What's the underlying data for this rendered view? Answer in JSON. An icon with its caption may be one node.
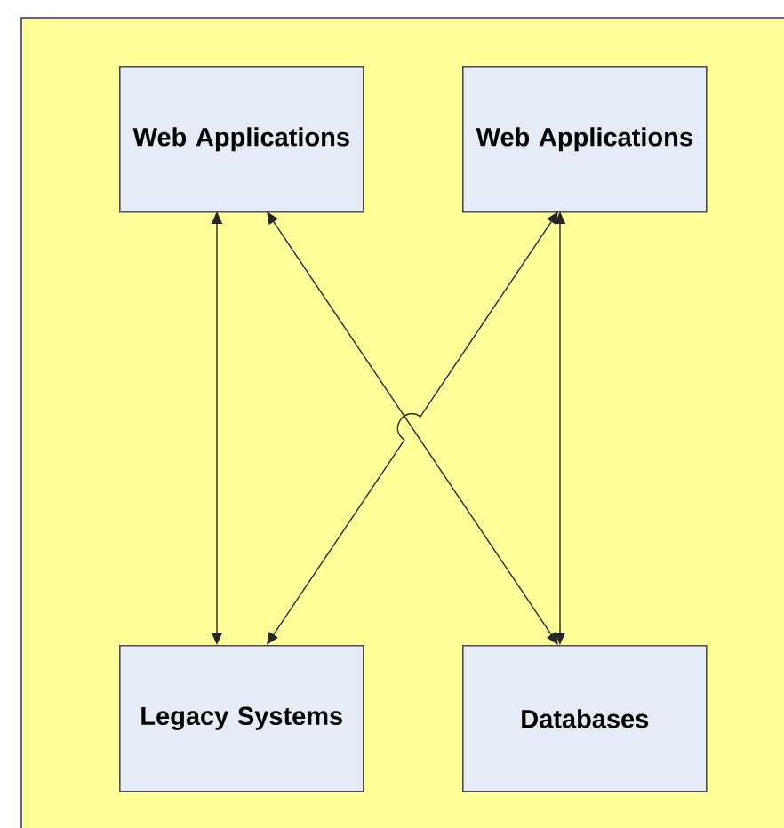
{
  "diagram": {
    "nodes": [
      {
        "text": [
          "Web Applications"
        ]
      },
      {
        "text": [
          "Web Applications"
        ]
      },
      {
        "text": [
          "Legacy Systems"
        ]
      },
      {
        "text": [
          "Databases"
        ]
      }
    ],
    "edges": [
      {
        "from": 0,
        "to": 2,
        "arrow": "both"
      },
      {
        "from": 0,
        "to": 3,
        "arrow": "both"
      },
      {
        "from": 1,
        "to": 2,
        "arrow": "both"
      },
      {
        "from": 1,
        "to": 3,
        "arrow": "both"
      }
    ]
  }
}
